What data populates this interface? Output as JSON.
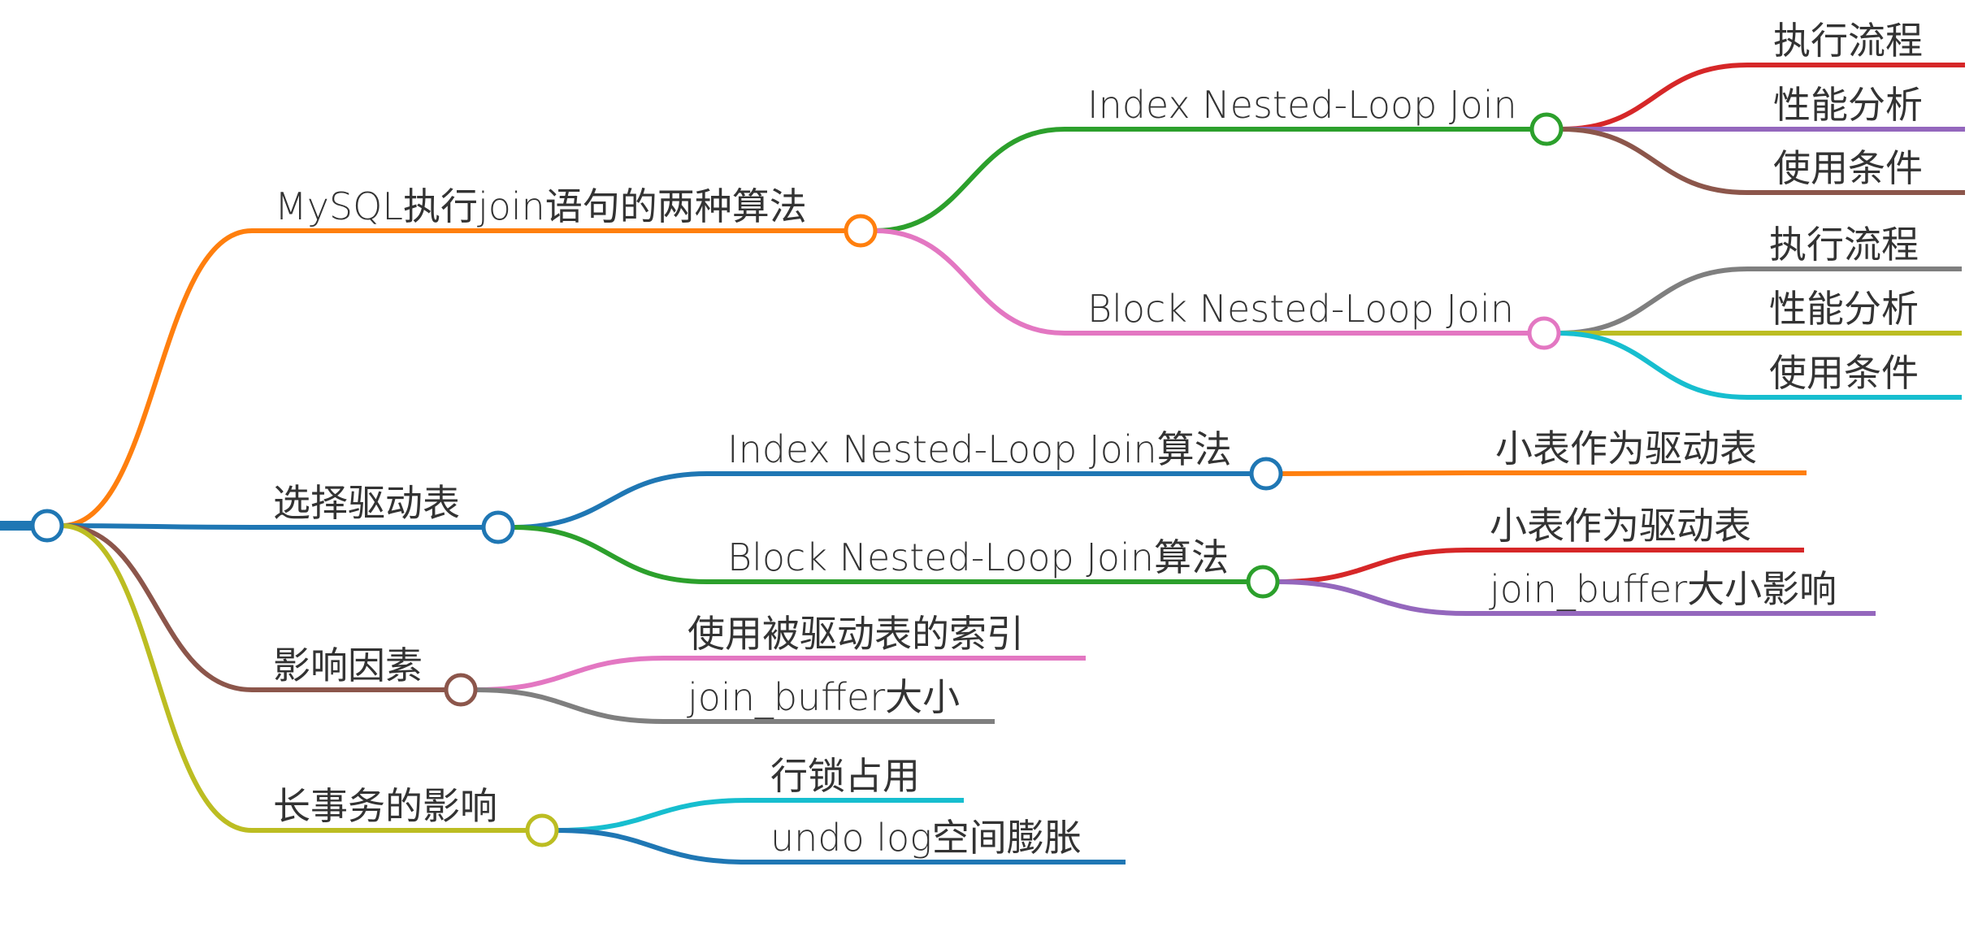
{
  "diagram": {
    "type": "mindmap",
    "root": {
      "label": "",
      "color": "#1f77b4",
      "children": [
        {
          "id": "algorithms",
          "label": "MySQL执行join语句的两种算法",
          "color": "#ff7f0e",
          "children": [
            {
              "id": "inlj",
              "label": "Index Nested-Loop Join",
              "color": "#2ca02c",
              "children": [
                {
                  "id": "inlj-flow",
                  "label": "执行流程",
                  "color": "#d62728"
                },
                {
                  "id": "inlj-perf",
                  "label": "性能分析",
                  "color": "#9467bd"
                },
                {
                  "id": "inlj-cond",
                  "label": "使用条件",
                  "color": "#8c564b"
                }
              ]
            },
            {
              "id": "bnlj",
              "label": "Block Nested-Loop Join",
              "color": "#e377c2",
              "children": [
                {
                  "id": "bnlj-flow",
                  "label": "执行流程",
                  "color": "#7f7f7f"
                },
                {
                  "id": "bnlj-perf",
                  "label": "性能分析",
                  "color": "#bcbd22"
                },
                {
                  "id": "bnlj-cond",
                  "label": "使用条件",
                  "color": "#17becf"
                }
              ]
            }
          ]
        },
        {
          "id": "driver",
          "label": "选择驱动表",
          "color": "#1f77b4",
          "children": [
            {
              "id": "driver-inlj",
              "label": "Index Nested-Loop Join算法",
              "color": "#1f77b4",
              "children": [
                {
                  "id": "driver-inlj-small",
                  "label": "小表作为驱动表",
                  "color": "#ff7f0e"
                }
              ]
            },
            {
              "id": "driver-bnlj",
              "label": "Block Nested-Loop Join算法",
              "color": "#2ca02c",
              "children": [
                {
                  "id": "driver-bnlj-small",
                  "label": "小表作为驱动表",
                  "color": "#d62728"
                },
                {
                  "id": "driver-bnlj-buffer",
                  "label": "join_buffer大小影响",
                  "color": "#9467bd"
                }
              ]
            }
          ]
        },
        {
          "id": "factors",
          "label": "影响因素",
          "color": "#8c564b",
          "children": [
            {
              "id": "factors-index",
              "label": "使用被驱动表的索引",
              "color": "#e377c2"
            },
            {
              "id": "factors-buffer",
              "label": "join_buffer大小",
              "color": "#7f7f7f"
            }
          ]
        },
        {
          "id": "longtx",
          "label": "长事务的影响",
          "color": "#bcbd22",
          "children": [
            {
              "id": "longtx-lock",
              "label": "行锁占用",
              "color": "#17becf"
            },
            {
              "id": "longtx-undo",
              "label": "undo log空间膨胀",
              "color": "#1f77b4"
            }
          ]
        }
      ]
    }
  }
}
